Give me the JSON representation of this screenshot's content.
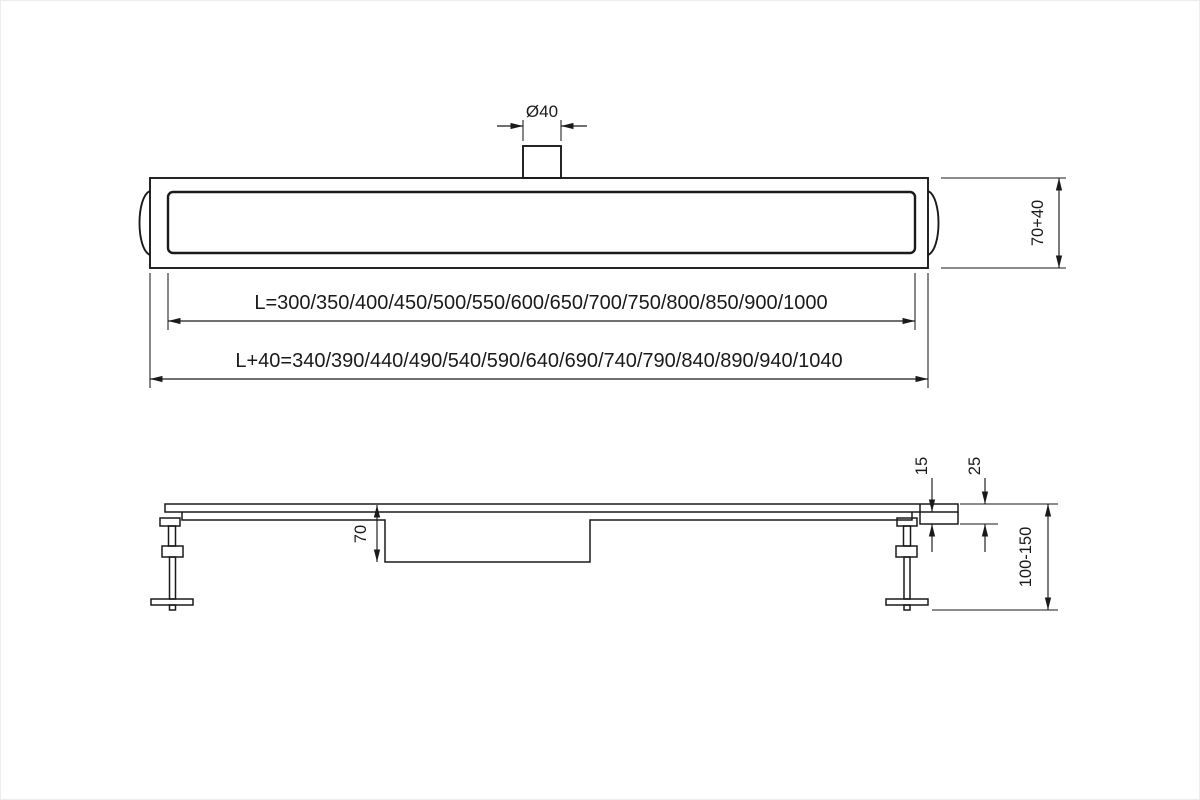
{
  "drawing": {
    "background": "#ffffff",
    "line_color": "#1a1a1a",
    "front_view": {
      "outlet_diameter": "Ø40",
      "total_height": "70+40",
      "grate_lengths": "L=300/350/400/450/500/550/600/650/700/750/800/850/900/1000",
      "overall_lengths": "L+40=340/390/440/490/540/590/640/690/740/790/840/890/940/1040"
    },
    "side_view": {
      "body_depth": "70",
      "edge_offset": "15",
      "edge_height": "25",
      "installation_height": "100-150"
    }
  }
}
